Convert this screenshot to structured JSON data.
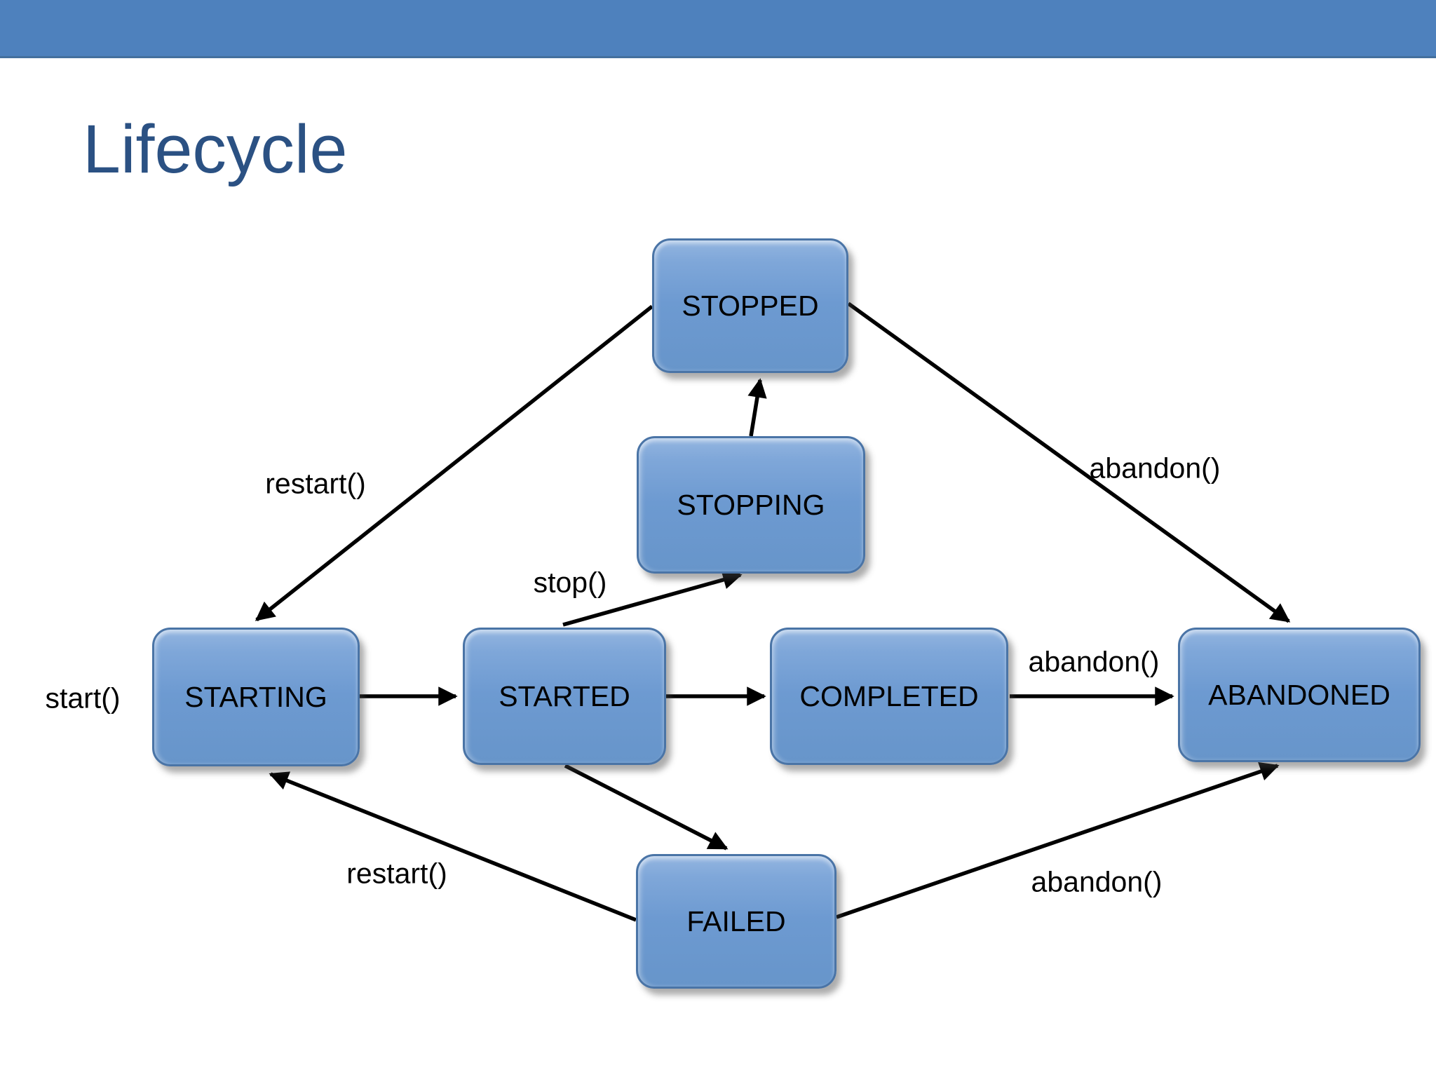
{
  "slide": {
    "title": "Lifecycle",
    "accent_bar_color": "#4E81BD",
    "title_color": "#2B5183"
  },
  "diagram": {
    "node_fill_color": "#6D9AD1",
    "node_border_color": "#4A74A6",
    "arrow_color": "#000000",
    "nodes": [
      {
        "id": "stopped",
        "label": "STOPPED"
      },
      {
        "id": "stopping",
        "label": "STOPPING"
      },
      {
        "id": "starting",
        "label": "STARTING"
      },
      {
        "id": "started",
        "label": "STARTED"
      },
      {
        "id": "completed",
        "label": "COMPLETED"
      },
      {
        "id": "abandoned",
        "label": "ABANDONED"
      },
      {
        "id": "failed",
        "label": "FAILED"
      }
    ],
    "edge_labels": [
      {
        "id": "start",
        "label": "start()"
      },
      {
        "id": "restart_top",
        "label": "restart()"
      },
      {
        "id": "stop",
        "label": "stop()"
      },
      {
        "id": "abandon_top",
        "label": "abandon()"
      },
      {
        "id": "abandon_mid",
        "label": "abandon()"
      },
      {
        "id": "restart_bottom",
        "label": "restart()"
      },
      {
        "id": "abandon_bottom",
        "label": "abandon()"
      }
    ]
  }
}
